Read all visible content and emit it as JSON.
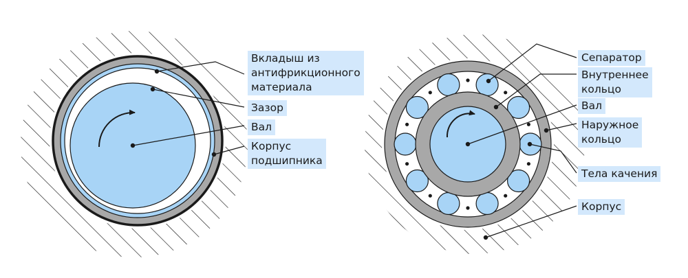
{
  "sliding_bearing": {
    "labels": {
      "liner": "Вкладыш из\nантифрикционного\nматериала",
      "clearance": "Зазор",
      "shaft": "Вал",
      "housing": "Корпус\nподшипника"
    }
  },
  "rolling_bearing": {
    "labels": {
      "separator": "Сепаратор",
      "inner_ring": "Внутреннее\nкольцо",
      "shaft": "Вал",
      "outer_ring": "Наружное\nкольцо",
      "rolling_elements": "Тела качения",
      "housing": "Корпус"
    },
    "rolling_element_count": 10
  },
  "colors": {
    "shaft_blue": "#a8d4f6",
    "ring_gray": "#a8a8a8",
    "outline": "#1a1a1a",
    "label_bg": "#d3e8fc",
    "hatch": "#1a1a1a"
  }
}
